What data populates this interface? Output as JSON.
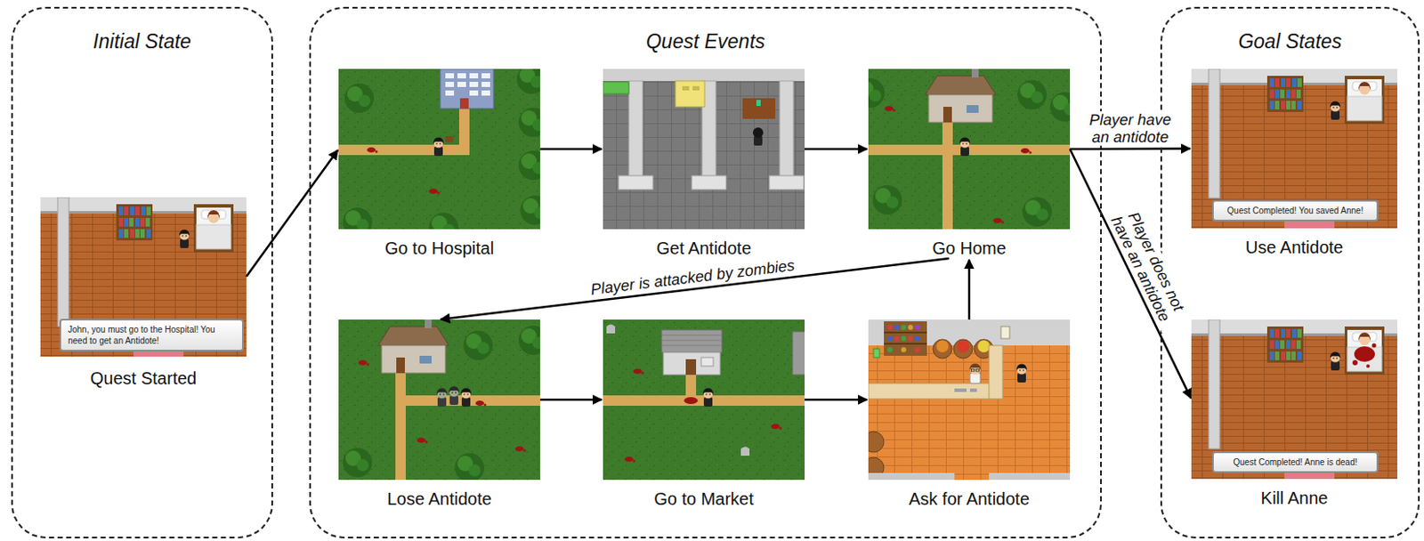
{
  "diagram": {
    "nodes": [
      {
        "text": [
          "Initial State"
        ]
      },
      {
        "text": [
          "Quest Started"
        ],
        "in": 0
      },
      {
        "text": [
          "John, you must go to the Hospital! You need to get an Antidote!"
        ],
        "in": 1
      },
      {
        "text": [
          "Quest Events"
        ]
      },
      {
        "text": [
          "Go to Hospital"
        ],
        "in": 3
      },
      {
        "text": [
          "Get Antidote"
        ],
        "in": 3
      },
      {
        "text": [
          "Go Home"
        ],
        "in": 3
      },
      {
        "text": [
          "Lose Antidote"
        ],
        "in": 3
      },
      {
        "text": [
          "Go to Market"
        ],
        "in": 3
      },
      {
        "text": [
          "Ask for Antidote"
        ],
        "in": 3
      },
      {
        "text": [
          "Goal States"
        ]
      },
      {
        "text": [
          "Use Antidote"
        ],
        "in": 10
      },
      {
        "text": [
          "Quest Completed! You saved Anne!"
        ],
        "in": 11
      },
      {
        "text": [
          "Kill Anne"
        ],
        "in": 10
      },
      {
        "text": [
          "Quest Completed! Anne is dead!"
        ],
        "in": 13
      }
    ],
    "edges": [
      {
        "from": 1,
        "to": 4,
        "arrow": "to"
      },
      {
        "from": 4,
        "to": 5,
        "arrow": "to"
      },
      {
        "from": 5,
        "to": 6,
        "arrow": "to"
      },
      {
        "from": 6,
        "to": 7,
        "label": "Player is attacked by zombies",
        "arrow": "to"
      },
      {
        "from": 7,
        "to": 8,
        "arrow": "to"
      },
      {
        "from": 8,
        "to": 9,
        "arrow": "to"
      },
      {
        "from": 9,
        "to": 6,
        "arrow": "to"
      },
      {
        "from": 6,
        "to": 11,
        "label": "Player have an antidote",
        "arrow": "to"
      },
      {
        "from": 6,
        "to": 13,
        "label": "Player does not have an antidote",
        "arrow": "to"
      }
    ]
  }
}
